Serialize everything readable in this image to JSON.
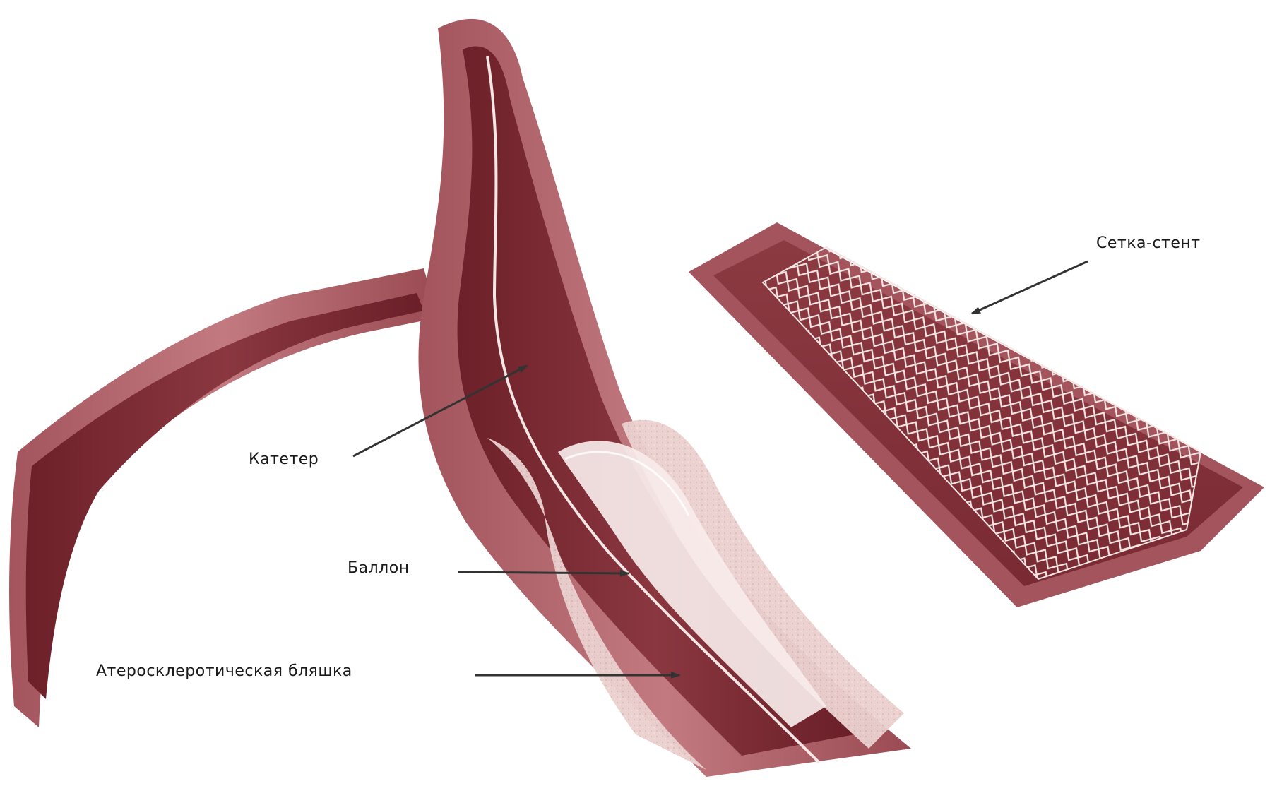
{
  "labels": {
    "stent": "Сетка-стент",
    "catheter": "Катетер",
    "balloon": "Баллон",
    "plaque": "Атеросклеротическая бляшка"
  },
  "colors": {
    "vessel_outer": "#9c4a52",
    "vessel_wall": "#b86b72",
    "lumen": "#7a2a33",
    "lumen_dark": "#6a1f28",
    "plaque": "#ead0cf",
    "balloon": "#f7ecea",
    "stent_mesh": "#f4e6e4",
    "arrow": "#333333"
  }
}
